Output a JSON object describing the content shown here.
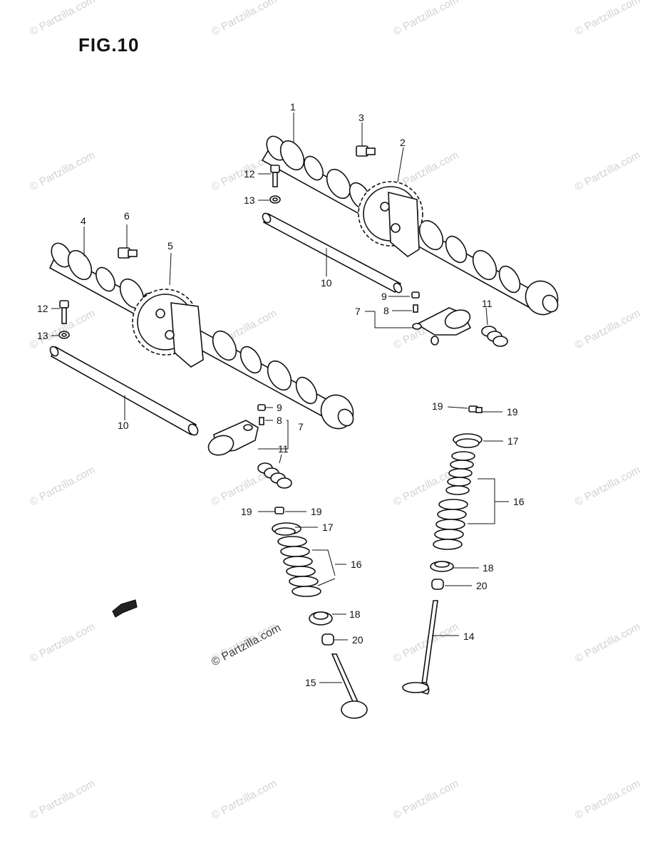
{
  "figure": {
    "title": "FIG.10"
  },
  "watermark": {
    "text": "© Partzilla.com"
  },
  "callouts": {
    "c1": "1",
    "c2": "2",
    "c3": "3",
    "c4": "4",
    "c5": "5",
    "c6": "6",
    "c7a": "7",
    "c7b": "7",
    "c8a": "8",
    "c8b": "8",
    "c9a": "9",
    "c9b": "9",
    "c10a": "10",
    "c10b": "10",
    "c11a": "11",
    "c11b": "11",
    "c12a": "12",
    "c12b": "12",
    "c13a": "13",
    "c13b": "13",
    "c14": "14",
    "c15": "15",
    "c16a": "16",
    "c16b": "16",
    "c17a": "17",
    "c17b": "17",
    "c18a": "18",
    "c18b": "18",
    "c19a": "19",
    "c19b": "19",
    "c19c": "19",
    "c19d": "19",
    "c20a": "20",
    "c20b": "20"
  }
}
